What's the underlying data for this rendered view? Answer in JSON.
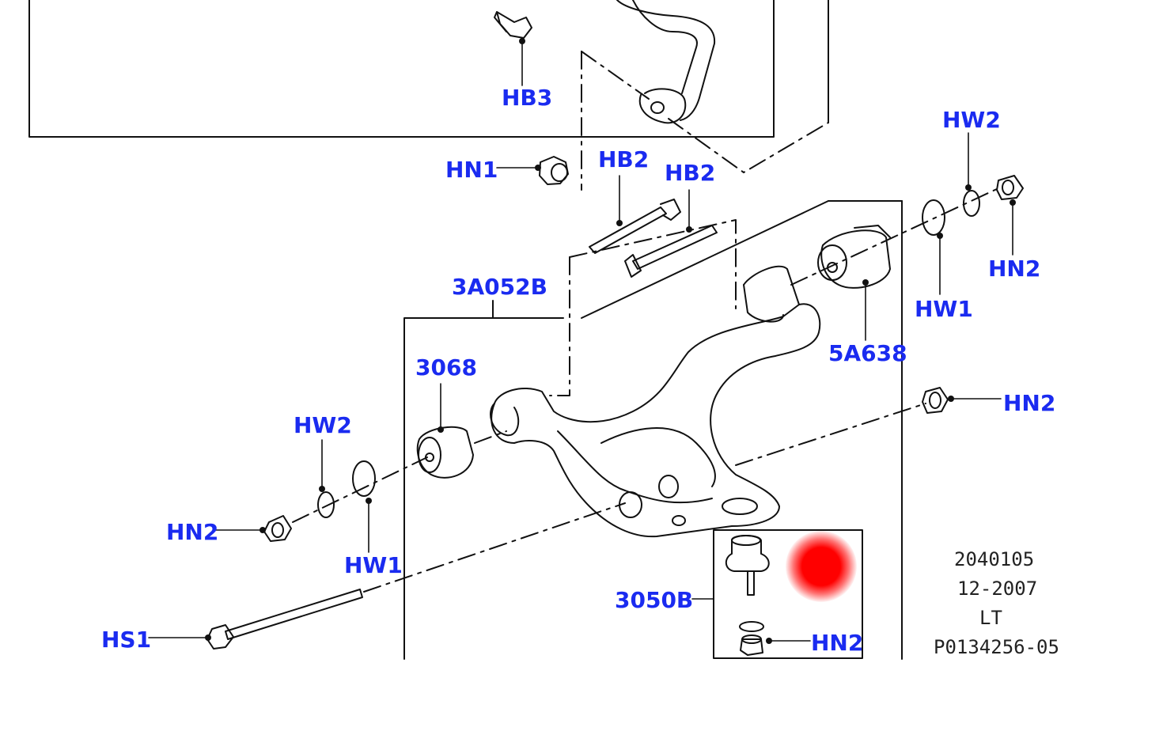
{
  "callouts": {
    "hb3": "HB3",
    "hn1": "HN1",
    "hb2_a": "HB2",
    "hb2_b": "HB2",
    "hw2_right": "HW2",
    "hn2_right_top": "HN2",
    "hw1_right": "HW1",
    "part_5a638": "5A638",
    "part_3a052b": "3A052B",
    "part_3068": "3068",
    "hw2_left": "HW2",
    "hn2_left": "HN2",
    "hw1_left": "HW1",
    "hn2_right_mid": "HN2",
    "hs1": "HS1",
    "part_3050b": "3050B",
    "hn2_balljoint": "HN2"
  },
  "info_block": {
    "ref": "2040105",
    "date": "12-2007",
    "side": "LT",
    "part_code": "P0134256-05"
  },
  "colors": {
    "callout": "#1a2bf0",
    "line": "#111111",
    "hotspot": "#ff0000"
  },
  "icons": {
    "hotspot": "red-hotspot-dot"
  }
}
